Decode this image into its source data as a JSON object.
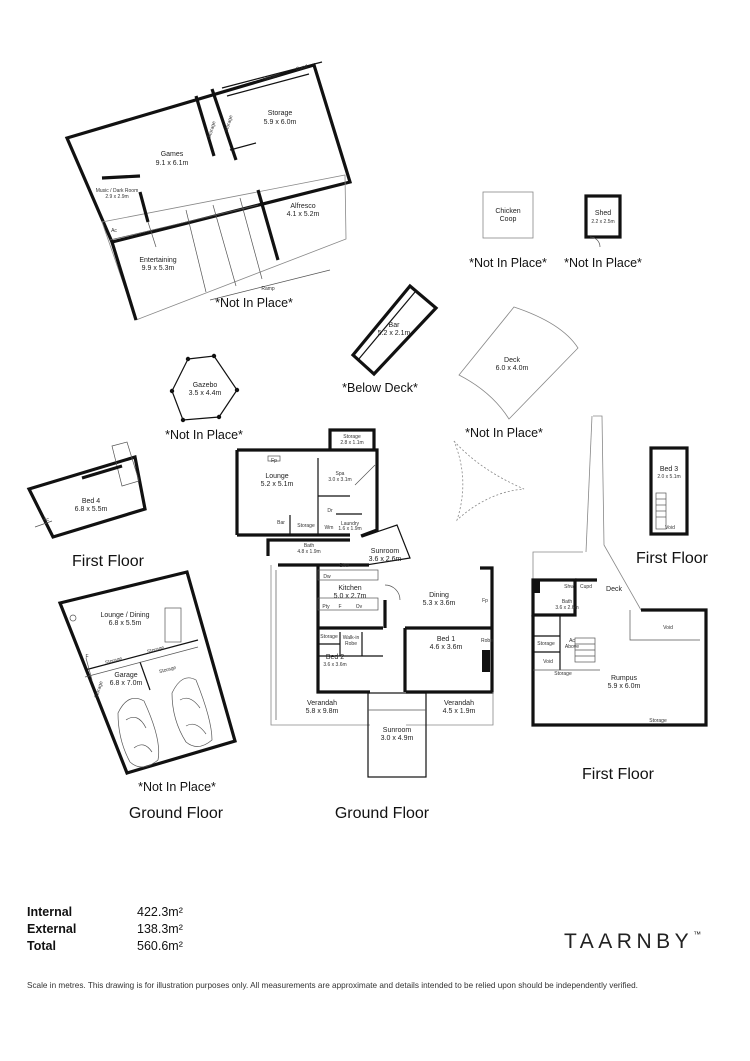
{
  "rooms": {
    "storage_top": {
      "name": "Storage",
      "size": "5.9 x 6.0m"
    },
    "storage_strip": "Storage",
    "cupd": "Cupd",
    "games": {
      "name": "Games",
      "size": "9.1 x 6.1m"
    },
    "music": {
      "name": "Music / Dark Room",
      "size": "2.9 x 2.9m"
    },
    "alfresco": {
      "name": "Alfresco",
      "size": "4.1 x 5.2m"
    },
    "entertaining": {
      "name": "Entertaining",
      "size": "9.9 x 5.3m"
    },
    "ramp": "Ramp",
    "ac": "Ac",
    "chicken": {
      "line1": "Chicken",
      "line2": "Coop"
    },
    "shed": {
      "name": "Shed",
      "size": "2.2 x 2.5m"
    },
    "bar_deck": {
      "name": "Bar",
      "size": "5.2 x 2.1m"
    },
    "deck_big": {
      "name": "Deck",
      "size": "6.0 x 4.0m"
    },
    "gazebo": {
      "name": "Gazebo",
      "size": "3.5 x 4.4m"
    },
    "bed4": {
      "name": "Bed 4",
      "size": "6.8 x 5.5m"
    },
    "bed3": {
      "name": "Bed 3",
      "size": "2.0 x 5.1m"
    },
    "void": "Void",
    "storage_main": {
      "name": "Storage",
      "size": "2.8 x 1.1m"
    },
    "lounge": {
      "name": "Lounge",
      "size": "5.2 x 5.1m"
    },
    "fp": "Fp",
    "spa": {
      "name": "Spa",
      "size": "3.0 x 3.1m"
    },
    "bar": "Bar",
    "storage_small": "Storage",
    "laundry": {
      "name": "Laundry",
      "size": "1.6 x 1.9m"
    },
    "bath_main": {
      "name": "Bath",
      "size": "4.8 x 1.9m"
    },
    "sunroom_top": {
      "name": "Sunroom",
      "size": "3.6 x 2.6m"
    },
    "kitchen": {
      "name": "Kitchen",
      "size": "5.0 x 2.7m"
    },
    "dining": {
      "name": "Dining",
      "size": "5.3 x 3.6m"
    },
    "bed1": {
      "name": "Bed 1",
      "size": "4.6 x 3.6m"
    },
    "bed2": {
      "name": "Bed 2",
      "size": "3.6 x 3.6m"
    },
    "walkin": {
      "line1": "Walk-in",
      "line2": "Robe"
    },
    "verandah_left": {
      "name": "Verandah",
      "size": "5.8 x 9.8m"
    },
    "verandah_right": {
      "name": "Verandah",
      "size": "4.5 x 1.9m"
    },
    "sunroom_bottom": {
      "name": "Sunroom",
      "size": "3.0 x 4.9m"
    },
    "lounge_dining": {
      "name": "Lounge / Dining",
      "size": "6.8 x 5.5m"
    },
    "garage": {
      "name": "Garage",
      "size": "6.8 x 7.0m"
    },
    "bath_first": {
      "name": "Bath",
      "size": "3.6 x 2.6m"
    },
    "deck_small": "Deck",
    "rumpus": {
      "name": "Rumpus",
      "size": "5.9 x 6.0m"
    },
    "shw": "Shw",
    "dw": "Dw",
    "wm": "Wm",
    "dr": "Dr",
    "above": "Above",
    "pty": "Pty",
    "f": "F",
    "ov": "Ov",
    "robe": "Robe"
  },
  "notes": {
    "not_in_place": "*Not In Place*",
    "below_deck": "*Below Deck*"
  },
  "floor_labels": {
    "first_floor": "First Floor",
    "ground_floor": "Ground Floor"
  },
  "areas": [
    {
      "label": "Internal",
      "value": "422.3m²"
    },
    {
      "label": "External",
      "value": "138.3m²"
    },
    {
      "label": "Total",
      "value": "560.6m²"
    }
  ],
  "brand": {
    "name": "TAARNBY",
    "mark": "™"
  },
  "disclaimer": "Scale in metres. This drawing is for illustration purposes only. All measurements are approximate and details intended to be relied upon should be independently verified."
}
